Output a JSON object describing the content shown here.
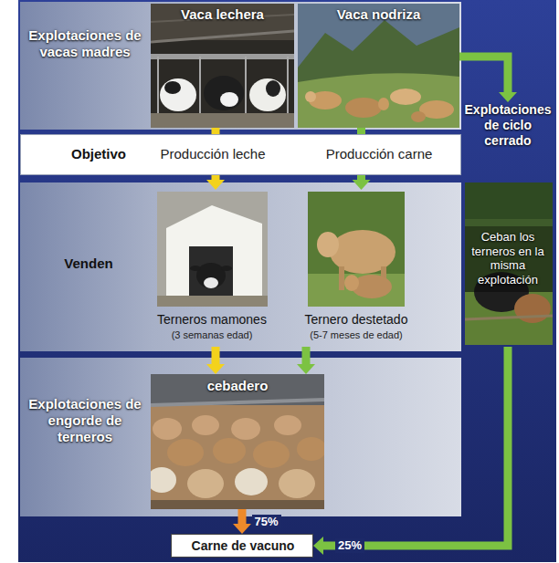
{
  "diagram": {
    "nodes": [
      {
        "text": [
          "Explotaciones de vacas madres"
        ]
      },
      {
        "text": [
          "Vaca lechera"
        ],
        "in": 0
      },
      {
        "text": [
          "Vaca nodriza"
        ],
        "in": 0
      },
      {
        "text": [
          "Objetivo",
          "Producción leche",
          "Producción carne"
        ]
      },
      {
        "text": [
          "Venden"
        ]
      },
      {
        "text": [
          "Terneros mamones",
          "(3 semanas edad)"
        ],
        "in": 4
      },
      {
        "text": [
          "Ternero destetado",
          "(5-7 meses de edad)"
        ],
        "in": 4
      },
      {
        "text": [
          "Explotaciones de ciclo cerrado",
          "Ceban los terneros en la misma explotación"
        ]
      },
      {
        "text": [
          "Explotaciones de engorde de terneros"
        ]
      },
      {
        "text": [
          "cebadero"
        ],
        "in": 8
      },
      {
        "text": [
          "Carne de vacuno"
        ]
      }
    ],
    "edges": [
      {
        "from": 1,
        "to": 5,
        "arrow": "to"
      },
      {
        "from": 2,
        "to": 6,
        "arrow": "to"
      },
      {
        "from": 2,
        "to": 7,
        "arrow": "to"
      },
      {
        "from": 5,
        "to": 9,
        "arrow": "to"
      },
      {
        "from": 6,
        "to": 9,
        "arrow": "to"
      },
      {
        "from": 9,
        "to": 10,
        "arrow": "to",
        "label": "75%"
      },
      {
        "from": 7,
        "to": 10,
        "arrow": "to",
        "label": "25%"
      }
    ]
  }
}
